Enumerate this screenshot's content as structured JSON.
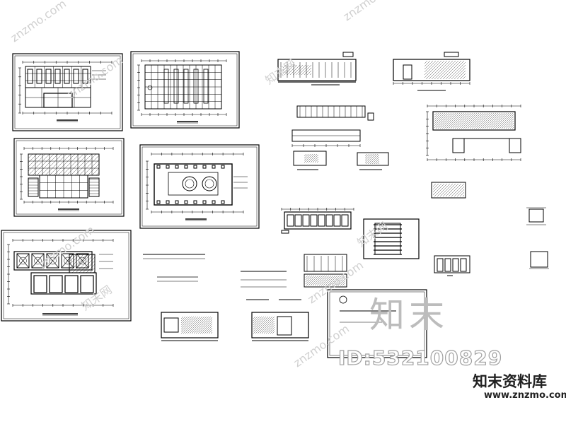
{
  "watermark": {
    "brand_large": "知末",
    "id_label": "ID:532100829",
    "brand_cn": "知末资料库",
    "url": "www.znzmo.com",
    "repeat_text": "znzmo.com",
    "repeat_cn": "知末网"
  },
  "colors": {
    "line": "#000000",
    "watermark": "#c8c8c8"
  }
}
